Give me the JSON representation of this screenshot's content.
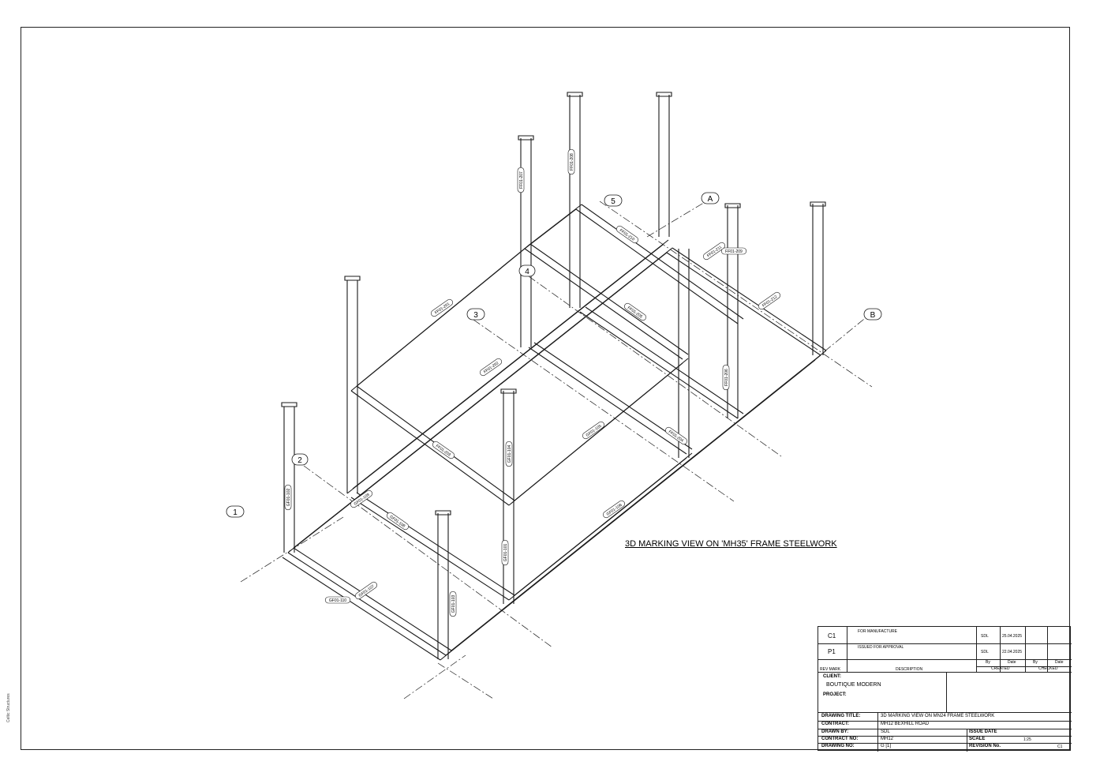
{
  "side_note": "Celtic Structures",
  "view_title": "3D MARKING VIEW ON 'MH35' FRAME STEELWORK",
  "gridlines": [
    "1",
    "2",
    "3",
    "4",
    "5",
    "A",
    "B"
  ],
  "part_marks": [
    "GF01-110",
    "GF01-107",
    "GF01-108",
    "GF01-109",
    "GF01-106",
    "GF01-105",
    "GF01-101",
    "GF01-102",
    "GF01-103",
    "GF01-104",
    "FF01-201",
    "FF01-202",
    "FF01-203",
    "FF01-204",
    "FF01-205",
    "FF01-206",
    "FF01-207",
    "FF01-208",
    "FF01-209",
    "FF01-210",
    "FF01-211",
    "FF01-212"
  ],
  "revisions": [
    {
      "mark": "C1",
      "description": "FOR MANUFACTURE",
      "by": "SDL",
      "date": "25.04.2025",
      "checked_by": "",
      "checked_date": ""
    },
    {
      "mark": "P1",
      "description": "ISSUED FOR APPROVAL",
      "by": "SDL",
      "date": "22.04.2025",
      "checked_by": "",
      "checked_date": ""
    }
  ],
  "revision_headers": {
    "rev_mark": "REV MARK",
    "description": "DESCRIPTION",
    "by": "By",
    "date": "Date",
    "by2": "By",
    "date2": "Date",
    "created": "CREATED",
    "checked": "CHECKED"
  },
  "client": {
    "label": "CLIENT:",
    "value": "BOUTIQUE MODERN"
  },
  "project": {
    "label": "PROJECT:",
    "value": ""
  },
  "title_block": {
    "drawing_title_label": "DRAWING TITLE:",
    "drawing_title": "3D MARKING VIEW ON MN24 FRAME STEELWORK",
    "contract_label": "CONTRACT:",
    "contract": "MH12 BEXHILL ROAD",
    "drawn_by_label": "DRAWN BY:",
    "drawn_by": "SDL",
    "issue_date_label": "ISSUE DATE",
    "issue_date": "",
    "contract_no_label": "CONTRACT NO:",
    "contract_no": "MH12",
    "scale_label": "SCALE",
    "scale": "1:25",
    "drawing_no_label": "DRAWING NO:",
    "drawing_no": "G   [1]",
    "revision_no_label": "REVISION No.",
    "revision_no": "C1"
  },
  "colors": {
    "line": "#1a1a1a",
    "paper": "#ffffff"
  }
}
